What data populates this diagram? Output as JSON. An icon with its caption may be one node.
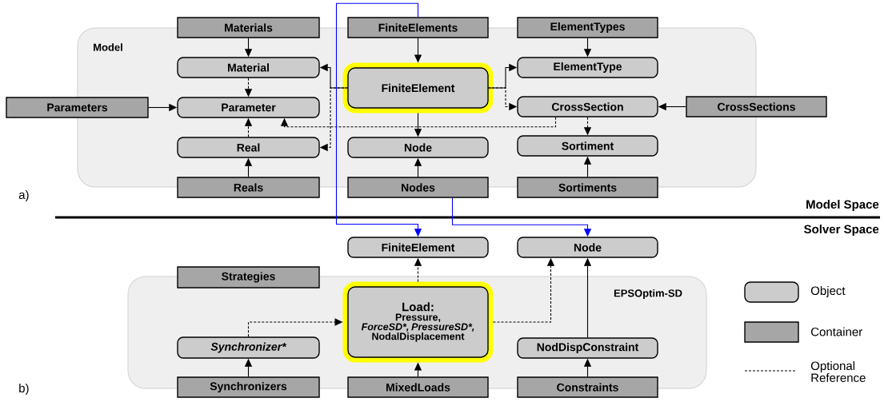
{
  "diagram": {
    "nodes": [
      {
        "text": [
          "Model"
        ]
      },
      {
        "text": [
          "Materials"
        ]
      },
      {
        "text": [
          "FiniteElements"
        ]
      },
      {
        "text": [
          "ElementTypes"
        ]
      },
      {
        "text": [
          "Material"
        ],
        "in": 0
      },
      {
        "text": [
          "FiniteElement"
        ],
        "in": 0
      },
      {
        "text": [
          "ElementType"
        ],
        "in": 0
      },
      {
        "text": [
          "Parameters"
        ]
      },
      {
        "text": [
          "Parameter"
        ],
        "in": 0
      },
      {
        "text": [
          "CrossSection"
        ],
        "in": 0
      },
      {
        "text": [
          "CrossSections"
        ]
      },
      {
        "text": [
          "Real"
        ],
        "in": 0
      },
      {
        "text": [
          "Node"
        ],
        "in": 0
      },
      {
        "text": [
          "Sortiment"
        ],
        "in": 0
      },
      {
        "text": [
          "Reals"
        ]
      },
      {
        "text": [
          "Nodes"
        ]
      },
      {
        "text": [
          "Sortiments"
        ]
      },
      {
        "text": [
          "FiniteElement"
        ]
      },
      {
        "text": [
          "Node"
        ]
      },
      {
        "text": [
          "Strategies"
        ]
      },
      {
        "text": [
          "EPSOptim-SD"
        ]
      },
      {
        "text": [
          "Load:",
          "Pressure,",
          "ForceSD*,",
          "PressureSD*,",
          "NodalDisplacement"
        ],
        "in": 20
      },
      {
        "text": [
          "Synchronizer*"
        ],
        "in": 20
      },
      {
        "text": [
          "NodDispConstraint"
        ],
        "in": 20
      },
      {
        "text": [
          "Synchronizers"
        ]
      },
      {
        "text": [
          "MixedLoads"
        ]
      },
      {
        "text": [
          "Constraints"
        ]
      }
    ],
    "edges": [
      {
        "from": 1,
        "to": 4,
        "arrow": "to"
      },
      {
        "from": 2,
        "to": 5,
        "arrow": "to"
      },
      {
        "from": 3,
        "to": 6,
        "arrow": "to"
      },
      {
        "from": 7,
        "to": 8,
        "arrow": "to"
      },
      {
        "from": 10,
        "to": 9,
        "arrow": "to"
      },
      {
        "from": 14,
        "to": 11,
        "arrow": "to"
      },
      {
        "from": 15,
        "to": 12,
        "arrow": "to"
      },
      {
        "from": 16,
        "to": 13,
        "arrow": "to"
      },
      {
        "from": 5,
        "to": 4,
        "arrow": "to"
      },
      {
        "from": 5,
        "to": 11,
        "arrow": "to",
        "style": "dashed"
      },
      {
        "from": 5,
        "to": 6,
        "arrow": "to"
      },
      {
        "from": 5,
        "to": 9,
        "arrow": "to",
        "style": "dashed"
      },
      {
        "from": 5,
        "to": 12,
        "arrow": "to"
      },
      {
        "from": 4,
        "to": 8,
        "arrow": "to",
        "style": "dashed"
      },
      {
        "from": 11,
        "to": 8,
        "arrow": "to",
        "style": "dashed"
      },
      {
        "from": 9,
        "to": 8,
        "arrow": "to",
        "style": "dashed"
      },
      {
        "from": 9,
        "to": 13,
        "arrow": "to",
        "style": "dashed"
      },
      {
        "from": 2,
        "to": 17,
        "arrow": "to",
        "color": "#0000ff"
      },
      {
        "from": 15,
        "to": 18,
        "arrow": "to",
        "color": "#0000ff"
      },
      {
        "from": 21,
        "to": 17,
        "arrow": "to",
        "style": "dashed"
      },
      {
        "from": 21,
        "to": 18,
        "arrow": "to",
        "style": "dashed"
      },
      {
        "from": 23,
        "to": 18,
        "arrow": "to"
      },
      {
        "from": 22,
        "to": 21,
        "arrow": "to",
        "style": "dashed"
      },
      {
        "from": 24,
        "to": 22,
        "arrow": "to"
      },
      {
        "from": 25,
        "to": 21,
        "arrow": "to"
      },
      {
        "from": 26,
        "to": 23,
        "arrow": "to"
      }
    ],
    "labels": [
      "Model Space",
      "Solver Space",
      "a)",
      "b)"
    ],
    "legend": [
      {
        "text": "Object"
      },
      {
        "text": "Container"
      },
      {
        "text": "Optional Reference"
      }
    ]
  }
}
